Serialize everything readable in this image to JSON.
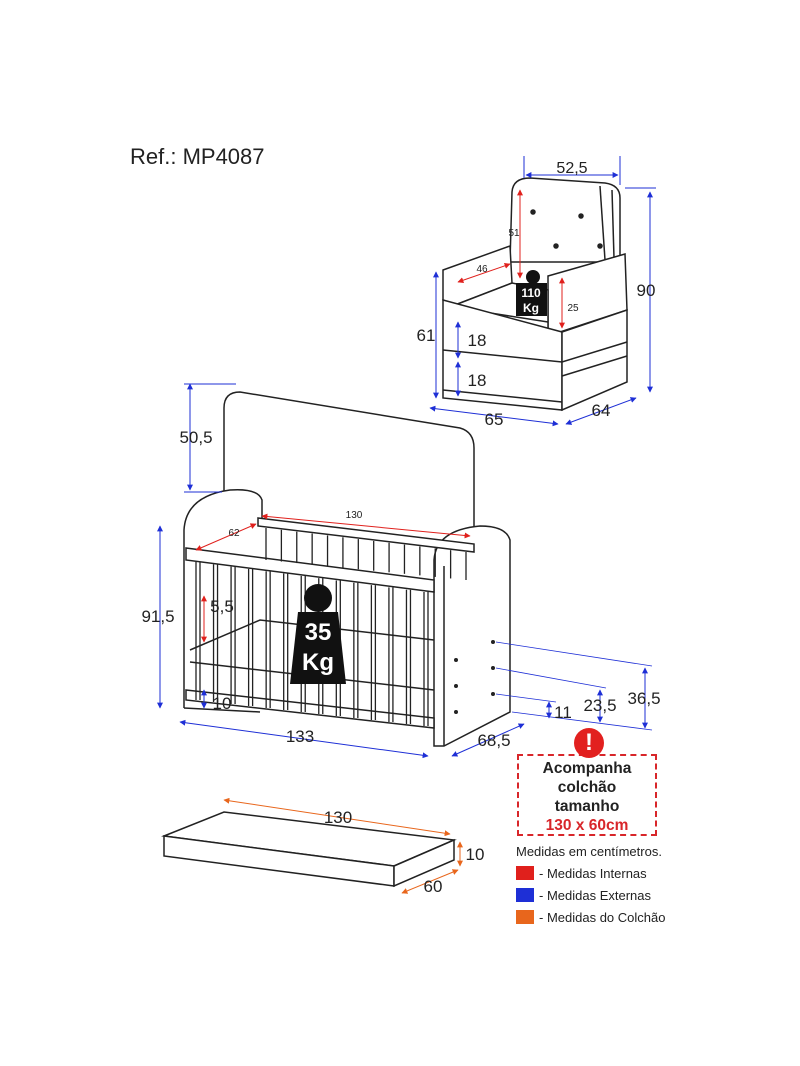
{
  "ref": "Ref.: MP4087",
  "colors": {
    "internal": "#e0201c",
    "external": "#1e2fd6",
    "mattress": "#e8661c",
    "line": "#222222"
  },
  "armchair": {
    "width_top": "52,5",
    "back_internal": "51",
    "seat_internal": "46",
    "arm_internal": "25",
    "height_total": "90",
    "height_seat": "61",
    "cushion_1": "18",
    "cushion_2": "18",
    "width_front": "65",
    "depth": "64",
    "weight_line1": "110",
    "weight_line2": "Kg"
  },
  "crib": {
    "headboard_height": "50,5",
    "internal_length": "130",
    "internal_width": "62",
    "height_total": "91,5",
    "slat_gap": "5,5",
    "floor_clearance": "10",
    "length": "133",
    "depth": "68,5",
    "level_high": "36,5",
    "level_mid": "23,5",
    "level_low": "11",
    "weight_line1": "35",
    "weight_line2": "Kg"
  },
  "mattress": {
    "length": "130",
    "height": "10",
    "width": "60"
  },
  "note": {
    "line1": "Acompanha",
    "line2": "colchão",
    "line3": "tamanho",
    "size": "130 x 60cm",
    "alert_icon": "!"
  },
  "legend": {
    "title": "Medidas em centímetros.",
    "items": [
      {
        "label": "- Medidas Internas",
        "color": "#e0201c"
      },
      {
        "label": "- Medidas Externas",
        "color": "#1e2fd6"
      },
      {
        "label": "- Medidas do Colchão",
        "color": "#e8661c"
      }
    ]
  }
}
